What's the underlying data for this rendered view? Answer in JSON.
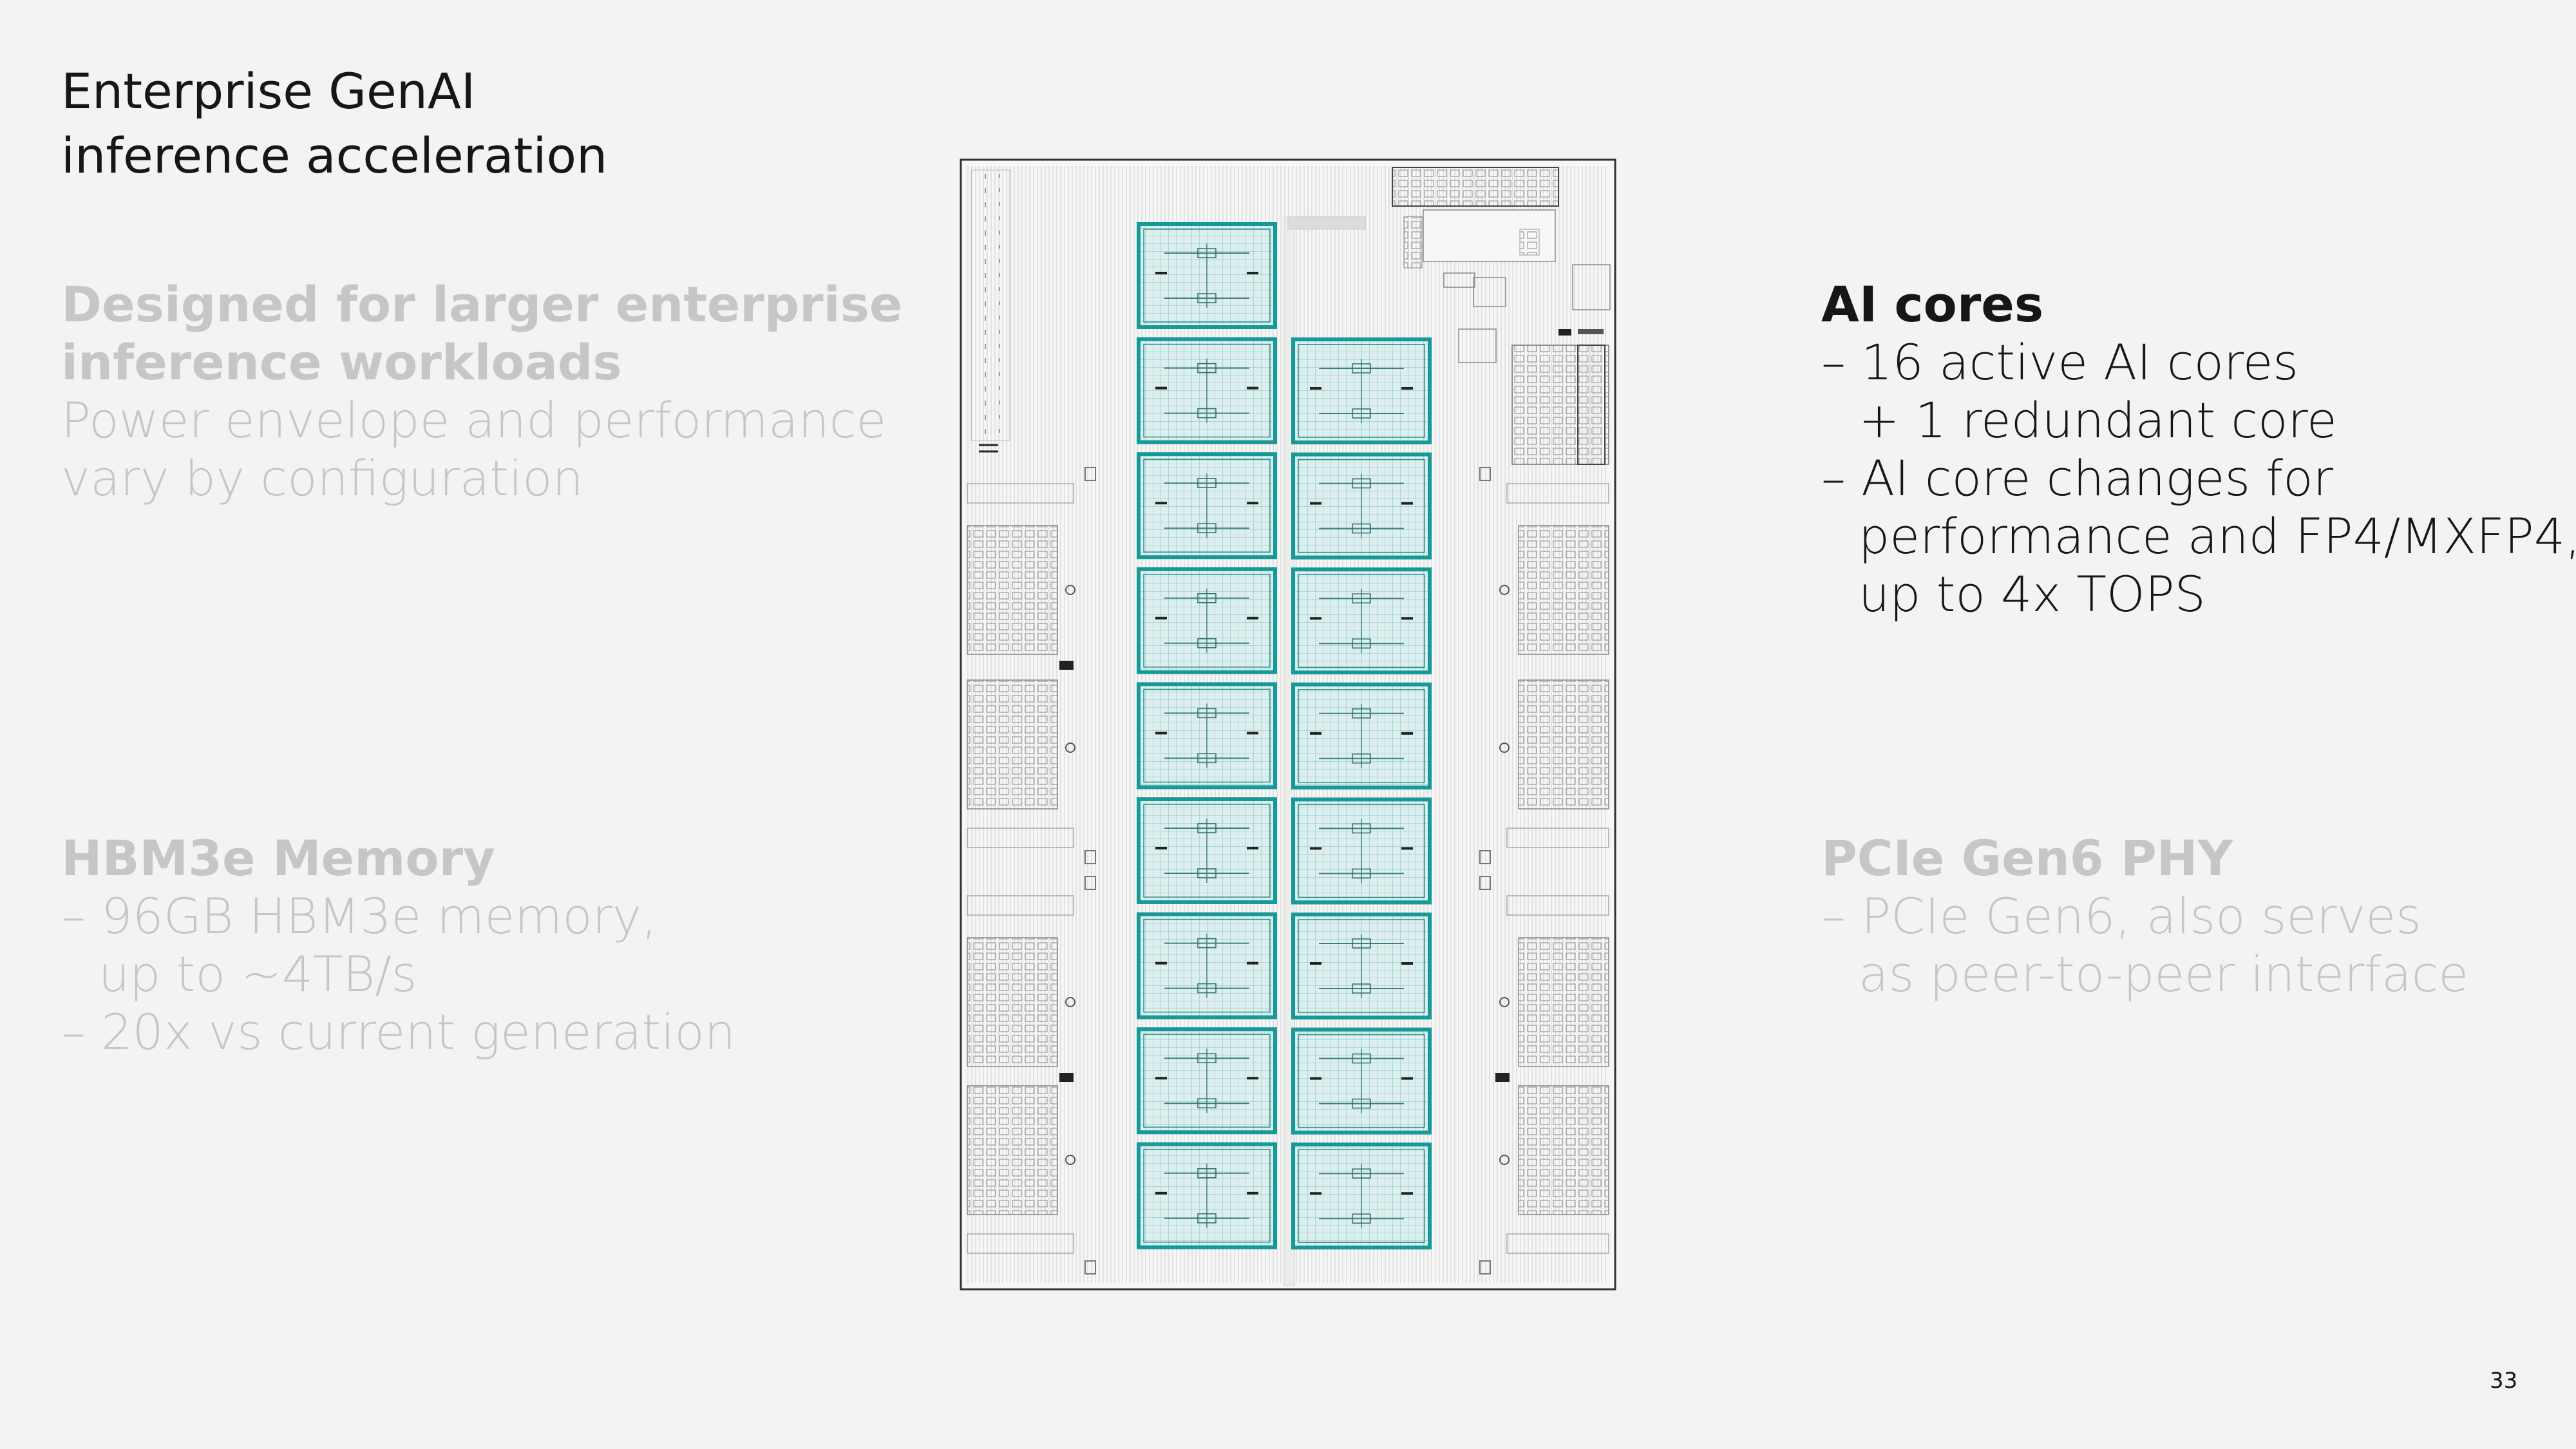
{
  "title": {
    "line1": "Enterprise GenAI",
    "line2": "inference acceleration"
  },
  "blocks": {
    "top_left": {
      "heading1": "Designed for larger enterprise",
      "heading2": "inference workloads",
      "lines": [
        "Power envelope and performance",
        "vary by configuration"
      ]
    },
    "bottom_left": {
      "heading": "HBM3e Memory",
      "lines": [
        "– 96GB HBM3e memory,",
        "up to ~4TB/s",
        "– 20x vs current generation"
      ]
    },
    "top_right": {
      "heading": "AI cores",
      "lines": [
        "– 16 active AI cores",
        "+ 1 redundant core",
        "– AI core changes for",
        "performance and FP4/MXFP4,",
        "up to 4x TOPS"
      ]
    },
    "bottom_right": {
      "heading": "PCIe Gen6 PHY",
      "lines": [
        "– PCIe Gen6, also serves",
        "as peer-to-peer interface"
      ]
    }
  },
  "page_number": "33",
  "diagram": {
    "ai_core_columns": [
      9,
      8
    ],
    "accent_color": "#159a98",
    "core_fill": "#d9efee",
    "die_outline": "#333333",
    "line_color": "#bdbdbd"
  }
}
